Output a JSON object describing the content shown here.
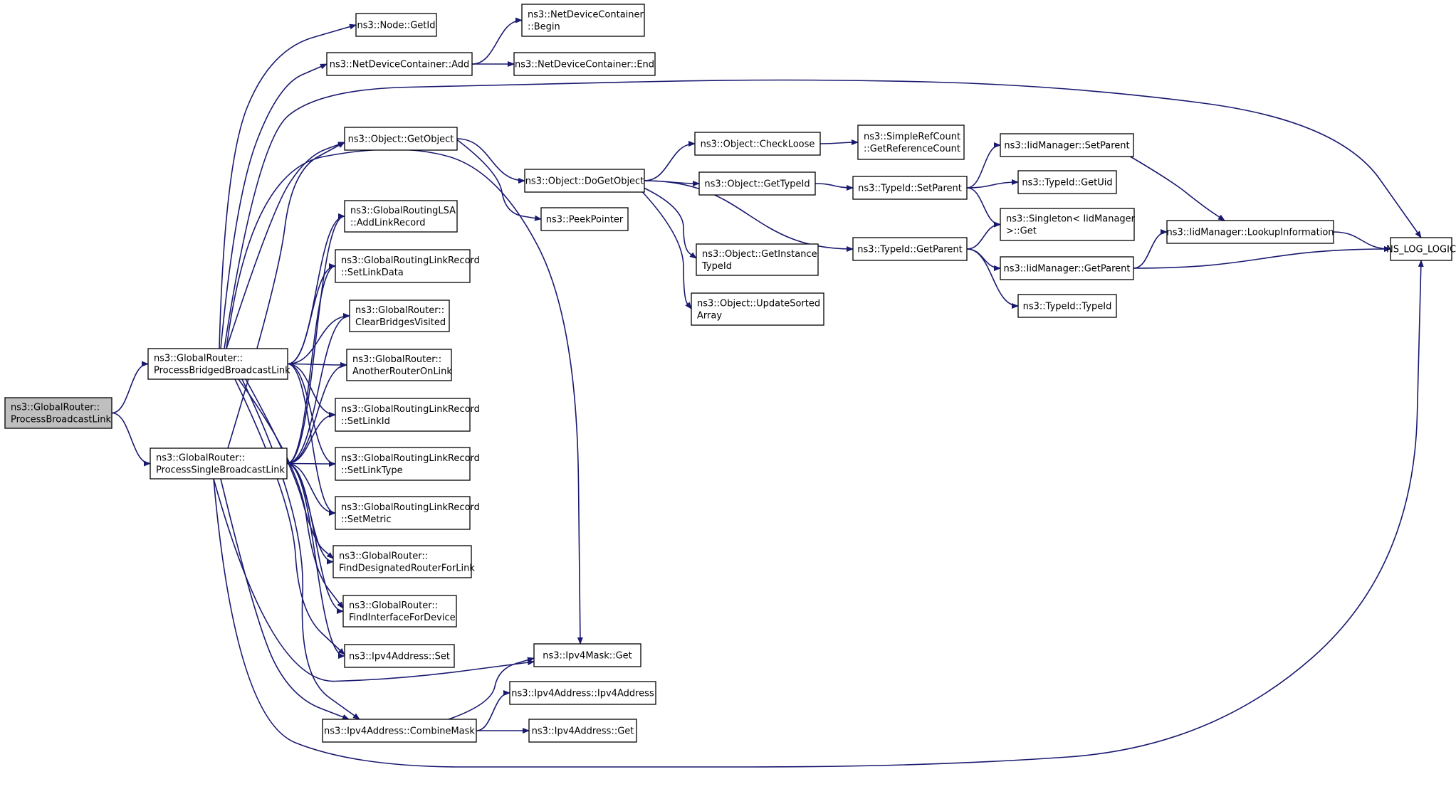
{
  "nodes": [
    {
      "id": "process_broadcast_link",
      "root": true,
      "lines": [
        "ns3::GlobalRouter::",
        "ProcessBroadcastLink"
      ]
    },
    {
      "id": "process_bridged",
      "lines": [
        "ns3::GlobalRouter::",
        "ProcessBridgedBroadcastLink"
      ]
    },
    {
      "id": "process_single",
      "lines": [
        "ns3::GlobalRouter::",
        "ProcessSingleBroadcastLink"
      ]
    },
    {
      "id": "node_getid",
      "lines": [
        "ns3::Node::GetId"
      ]
    },
    {
      "id": "ndc_add",
      "lines": [
        "ns3::NetDeviceContainer::Add"
      ]
    },
    {
      "id": "ndc_begin",
      "lines": [
        "ns3::NetDeviceContainer",
        "::Begin"
      ]
    },
    {
      "id": "ndc_end",
      "lines": [
        "ns3::NetDeviceContainer::End"
      ]
    },
    {
      "id": "object_getobject",
      "lines": [
        "ns3::Object::GetObject"
      ]
    },
    {
      "id": "lsa_addlinkrecord",
      "lines": [
        "ns3::GlobalRoutingLSA",
        "::AddLinkRecord"
      ]
    },
    {
      "id": "glr_setlinkdata",
      "lines": [
        "ns3::GlobalRoutingLinkRecord",
        "::SetLinkData"
      ]
    },
    {
      "id": "gr_clearbridges",
      "lines": [
        "ns3::GlobalRouter::",
        "ClearBridgesVisited"
      ]
    },
    {
      "id": "gr_anotherrouter",
      "lines": [
        "ns3::GlobalRouter::",
        "AnotherRouterOnLink"
      ]
    },
    {
      "id": "glr_setlinkid",
      "lines": [
        "ns3::GlobalRoutingLinkRecord",
        "::SetLinkId"
      ]
    },
    {
      "id": "glr_setlinktype",
      "lines": [
        "ns3::GlobalRoutingLinkRecord",
        "::SetLinkType"
      ]
    },
    {
      "id": "glr_setmetric",
      "lines": [
        "ns3::GlobalRoutingLinkRecord",
        "::SetMetric"
      ]
    },
    {
      "id": "gr_finddesignated",
      "lines": [
        "ns3::GlobalRouter::",
        "FindDesignatedRouterForLink"
      ]
    },
    {
      "id": "gr_findinterface",
      "lines": [
        "ns3::GlobalRouter::",
        "FindInterfaceForDevice"
      ]
    },
    {
      "id": "ipv4addr_set",
      "lines": [
        "ns3::Ipv4Address::Set"
      ]
    },
    {
      "id": "ipv4addr_combinemask",
      "lines": [
        "ns3::Ipv4Address::CombineMask"
      ]
    },
    {
      "id": "ipv4mask_get",
      "lines": [
        "ns3::Ipv4Mask::Get"
      ]
    },
    {
      "id": "ipv4addr_ctor",
      "lines": [
        "ns3::Ipv4Address::Ipv4Address"
      ]
    },
    {
      "id": "ipv4addr_get",
      "lines": [
        "ns3::Ipv4Address::Get"
      ]
    },
    {
      "id": "object_dogetobject",
      "lines": [
        "ns3::Object::DoGetObject"
      ]
    },
    {
      "id": "peekpointer",
      "lines": [
        "ns3::PeekPointer"
      ]
    },
    {
      "id": "object_checkloose",
      "lines": [
        "ns3::Object::CheckLoose"
      ]
    },
    {
      "id": "object_gettypeid",
      "lines": [
        "ns3::Object::GetTypeId"
      ]
    },
    {
      "id": "object_getinstancetypeid",
      "lines": [
        "ns3::Object::GetInstance",
        "TypeId"
      ]
    },
    {
      "id": "object_updatesorted",
      "lines": [
        "ns3::Object::UpdateSorted",
        "Array"
      ]
    },
    {
      "id": "simplerefcount",
      "lines": [
        "ns3::SimpleRefCount",
        "::GetReferenceCount"
      ]
    },
    {
      "id": "typeid_setparent",
      "lines": [
        "ns3::TypeId::SetParent"
      ]
    },
    {
      "id": "typeid_getparent",
      "lines": [
        "ns3::TypeId::GetParent"
      ]
    },
    {
      "id": "iidmgr_setparent",
      "lines": [
        "ns3::IidManager::SetParent"
      ]
    },
    {
      "id": "typeid_getuid",
      "lines": [
        "ns3::TypeId::GetUid"
      ]
    },
    {
      "id": "singleton_get",
      "lines": [
        "ns3::Singleton< IidManager",
        "  >::Get"
      ]
    },
    {
      "id": "iidmgr_getparent",
      "lines": [
        "ns3::IidManager::GetParent"
      ]
    },
    {
      "id": "typeid_typeid",
      "lines": [
        "ns3::TypeId::TypeId"
      ]
    },
    {
      "id": "iidmgr_lookup",
      "lines": [
        "ns3::IidManager::LookupInformation"
      ]
    },
    {
      "id": "ns_log_logic",
      "lines": [
        "NS_LOG_LOGIC"
      ]
    }
  ],
  "edges": [
    [
      "process_broadcast_link",
      "process_bridged"
    ],
    [
      "process_broadcast_link",
      "process_single"
    ],
    [
      "process_bridged",
      "node_getid"
    ],
    [
      "process_bridged",
      "ndc_add"
    ],
    [
      "process_bridged",
      "ns_log_logic"
    ],
    [
      "process_bridged",
      "object_getobject"
    ],
    [
      "process_bridged",
      "lsa_addlinkrecord"
    ],
    [
      "process_bridged",
      "glr_setlinkdata"
    ],
    [
      "process_bridged",
      "gr_clearbridges"
    ],
    [
      "process_bridged",
      "gr_anotherrouter"
    ],
    [
      "process_bridged",
      "glr_setlinkid"
    ],
    [
      "process_bridged",
      "glr_setlinktype"
    ],
    [
      "process_bridged",
      "glr_setmetric"
    ],
    [
      "process_bridged",
      "gr_finddesignated"
    ],
    [
      "process_bridged",
      "gr_findinterface"
    ],
    [
      "process_bridged",
      "ipv4addr_set"
    ],
    [
      "process_bridged",
      "ipv4mask_get"
    ],
    [
      "process_bridged",
      "ipv4addr_combinemask"
    ],
    [
      "process_single",
      "object_getobject"
    ],
    [
      "process_single",
      "lsa_addlinkrecord"
    ],
    [
      "process_single",
      "glr_setlinkdata"
    ],
    [
      "process_single",
      "gr_clearbridges"
    ],
    [
      "process_single",
      "gr_anotherrouter"
    ],
    [
      "process_single",
      "glr_setlinkid"
    ],
    [
      "process_single",
      "glr_setlinktype"
    ],
    [
      "process_single",
      "glr_setmetric"
    ],
    [
      "process_single",
      "gr_finddesignated"
    ],
    [
      "process_single",
      "gr_findinterface"
    ],
    [
      "process_single",
      "ipv4addr_set"
    ],
    [
      "process_single",
      "ipv4mask_get"
    ],
    [
      "process_single",
      "ipv4addr_combinemask"
    ],
    [
      "process_single",
      "ns_log_logic"
    ],
    [
      "ndc_add",
      "ndc_begin"
    ],
    [
      "ndc_add",
      "ndc_end"
    ],
    [
      "object_getobject",
      "object_dogetobject"
    ],
    [
      "object_getobject",
      "peekpointer"
    ],
    [
      "object_dogetobject",
      "object_checkloose"
    ],
    [
      "object_dogetobject",
      "object_gettypeid"
    ],
    [
      "object_dogetobject",
      "object_getinstancetypeid"
    ],
    [
      "object_dogetobject",
      "object_updatesorted"
    ],
    [
      "object_dogetobject",
      "typeid_getparent"
    ],
    [
      "object_checkloose",
      "simplerefcount"
    ],
    [
      "object_gettypeid",
      "typeid_setparent"
    ],
    [
      "typeid_setparent",
      "iidmgr_setparent"
    ],
    [
      "typeid_setparent",
      "typeid_getuid"
    ],
    [
      "typeid_setparent",
      "singleton_get"
    ],
    [
      "typeid_getparent",
      "singleton_get"
    ],
    [
      "typeid_getparent",
      "iidmgr_getparent"
    ],
    [
      "typeid_getparent",
      "typeid_typeid"
    ],
    [
      "iidmgr_setparent",
      "iidmgr_lookup"
    ],
    [
      "iidmgr_getparent",
      "iidmgr_lookup"
    ],
    [
      "iidmgr_getparent",
      "ns_log_logic"
    ],
    [
      "iidmgr_lookup",
      "ns_log_logic"
    ],
    [
      "ipv4addr_combinemask",
      "ipv4mask_get"
    ],
    [
      "ipv4addr_combinemask",
      "ipv4addr_ctor"
    ],
    [
      "ipv4addr_combinemask",
      "ipv4addr_get"
    ]
  ]
}
